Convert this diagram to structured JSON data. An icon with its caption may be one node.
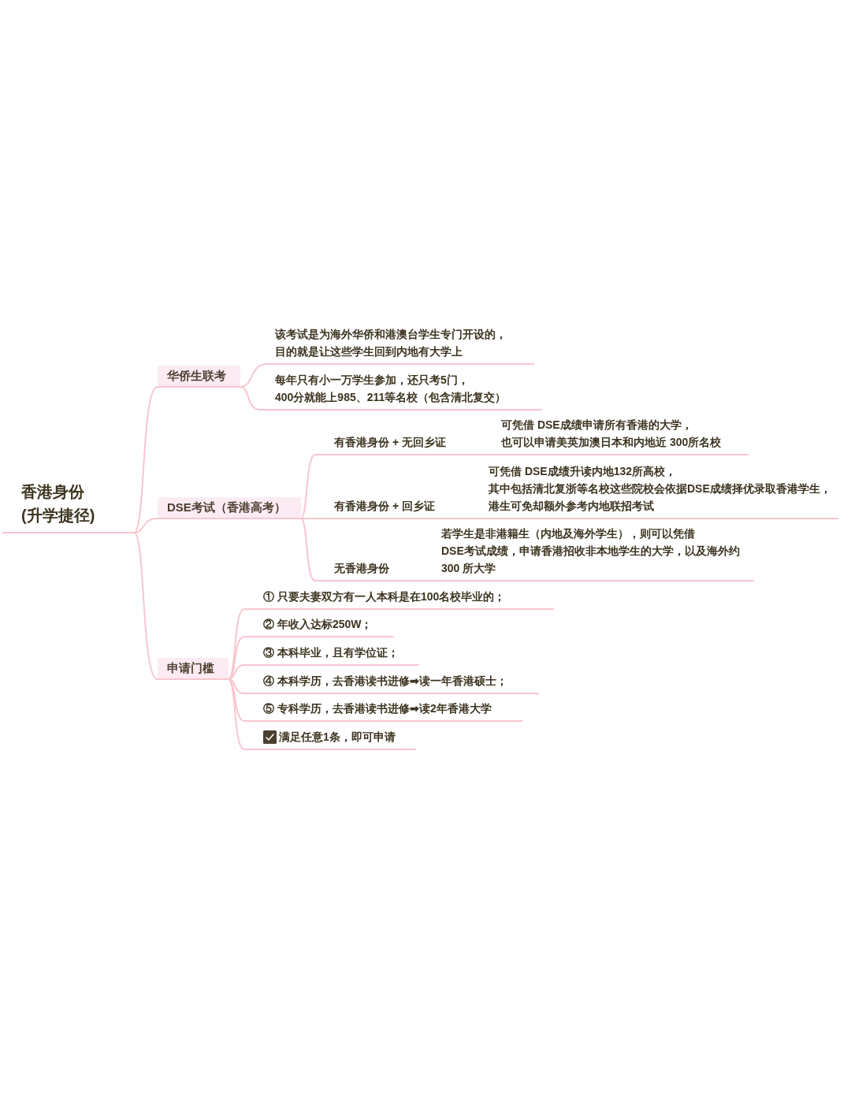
{
  "diagram": {
    "nodes": [
      {
        "text": [
          "香港身份(升学捷径)"
        ]
      },
      {
        "text": [
          "华侨生联考"
        ]
      },
      {
        "text": [
          "该考试是为海外华侨和港澳台学生专门开设的，目的就是让这些学生回到内地有大学上"
        ]
      },
      {
        "text": [
          "每年只有小一万学生参加，还只考5门，400分就能上985、211等名校（包含清北复交）"
        ]
      },
      {
        "text": [
          "DSE考试（香港高考）"
        ]
      },
      {
        "text": [
          "有香港身份 + 无回乡证"
        ]
      },
      {
        "text": [
          "可凭借 DSE成绩申请所有香港的大学，也可以申请美英加澳日本和内地近 300所名校"
        ]
      },
      {
        "text": [
          "有香港身份 + 回乡证"
        ]
      },
      {
        "text": [
          "可凭借 DSE成绩升读内地132所高校，其中包括清北复浙等名校这些院校会依据DSE成绩择优录取香港学生，港生可免却额外参考内地联招考试"
        ]
      },
      {
        "text": [
          "无香港身份"
        ]
      },
      {
        "text": [
          "若学生是非港籍生（内地及海外学生），则可以凭借 DSE考试成绩，申请香港招收非本地学生的大学，以及海外约 300 所大学"
        ]
      },
      {
        "text": [
          "申请门槛"
        ]
      },
      {
        "text": [
          "① 只要夫妻双方有一人本科是在100名校毕业的；"
        ]
      },
      {
        "text": [
          "② 年收入达标250W；"
        ]
      },
      {
        "text": [
          "③ 本科毕业，且有学位证；"
        ]
      },
      {
        "text": [
          "④ 本科学历，去香港读书进修➡读一年香港硕士；"
        ]
      },
      {
        "text": [
          "⑤ 专科学历，去香港读书进修➡读2年香港大学"
        ]
      },
      {
        "text": [
          "满足任意1条，即可申请"
        ]
      }
    ],
    "edges": [
      {
        "from": 0,
        "to": 1,
        "arrow": "none"
      },
      {
        "from": 0,
        "to": 4,
        "arrow": "none"
      },
      {
        "from": 0,
        "to": 11,
        "arrow": "none"
      },
      {
        "from": 1,
        "to": 2,
        "arrow": "none"
      },
      {
        "from": 1,
        "to": 3,
        "arrow": "none"
      },
      {
        "from": 4,
        "to": 5,
        "arrow": "none"
      },
      {
        "from": 4,
        "to": 7,
        "arrow": "none"
      },
      {
        "from": 4,
        "to": 9,
        "arrow": "none"
      },
      {
        "from": 5,
        "to": 6,
        "arrow": "none"
      },
      {
        "from": 7,
        "to": 8,
        "arrow": "none"
      },
      {
        "from": 9,
        "to": 10,
        "arrow": "none"
      },
      {
        "from": 11,
        "to": 12,
        "arrow": "none"
      },
      {
        "from": 11,
        "to": 13,
        "arrow": "none"
      },
      {
        "from": 11,
        "to": 14,
        "arrow": "none"
      },
      {
        "from": 11,
        "to": 15,
        "arrow": "none"
      },
      {
        "from": 11,
        "to": 16,
        "arrow": "none"
      },
      {
        "from": 11,
        "to": 17,
        "arrow": "none"
      }
    ]
  }
}
